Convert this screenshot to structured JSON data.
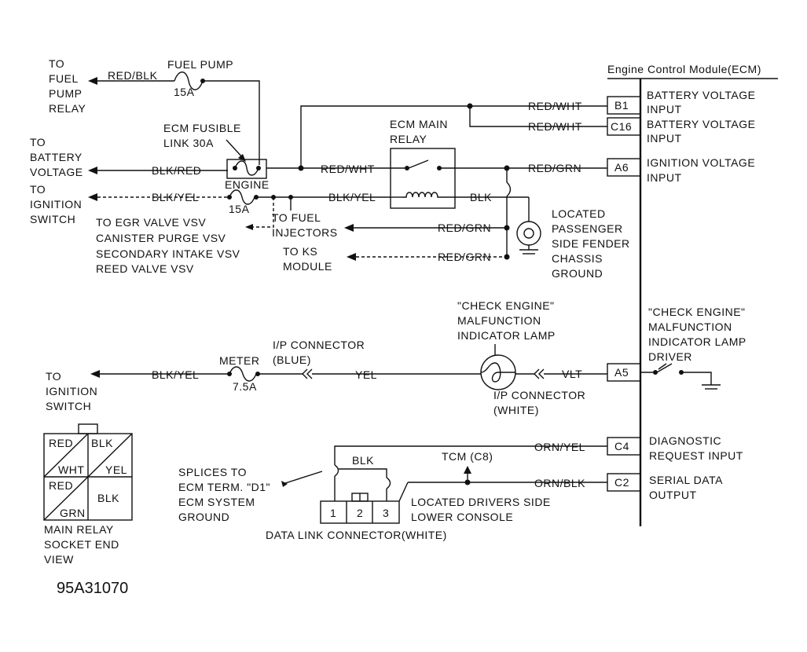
{
  "diagram_id": "95A31070",
  "ecm": {
    "title": "Engine Control Module(ECM)",
    "pins": {
      "b1": "B1",
      "c16": "C16",
      "a6": "A6",
      "a5": "A5",
      "c4": "C4",
      "c2": "C2"
    },
    "inputs": {
      "battery_1_l1": "BATTERY VOLTAGE",
      "battery_1_l2": "INPUT",
      "battery_2_l1": "BATTERY VOLTAGE",
      "battery_2_l2": "INPUT",
      "ignition_l1": "IGNITION VOLTAGE",
      "ignition_l2": "INPUT",
      "mil_driver_l1": "\"CHECK ENGINE\"",
      "mil_driver_l2": "MALFUNCTION",
      "mil_driver_l3": "INDICATOR LAMP",
      "mil_driver_l4": "DRIVER",
      "diag_l1": "DIAGNOSTIC",
      "diag_l2": "REQUEST INPUT",
      "serial_l1": "SERIAL DATA",
      "serial_l2": "OUTPUT"
    }
  },
  "wires": {
    "red_blk": "RED/BLK",
    "red_wht_b1": "RED/WHT",
    "red_wht_c16": "RED/WHT",
    "blk_red": "BLK/RED",
    "red_wht_relay": "RED/WHT",
    "red_grn_a6": "RED/GRN",
    "blk_yel_left": "BLK/YEL",
    "blk_yel_relay": "BLK/YEL",
    "blk_relay": "BLK",
    "red_grn_inj": "RED/GRN",
    "red_grn_ks": "RED/GRN",
    "blk_yel_meter": "BLK/YEL",
    "yel": "YEL",
    "vlt": "VLT",
    "orn_yel": "ORN/YEL",
    "orn_blk": "ORN/BLK",
    "blk_dlc": "BLK"
  },
  "labels": {
    "fuel_pump_relay": [
      "TO",
      "FUEL",
      "PUMP",
      "RELAY"
    ],
    "fuel_pump_fuse": "FUEL PUMP",
    "fuel_pump_amp": "15A",
    "fusible_link": [
      "ECM FUSIBLE",
      "LINK 30A"
    ],
    "battery": [
      "TO",
      "BATTERY",
      "VOLTAGE"
    ],
    "ignition_top": [
      "TO",
      "IGNITION",
      "SWITCH"
    ],
    "engine_fuse": "ENGINE",
    "engine_amp": "15A",
    "vsv": [
      "TO EGR VALVE VSV",
      "CANISTER PURGE VSV",
      "SECONDARY INTAKE VSV",
      "REED VALVE VSV"
    ],
    "fuel_injectors": [
      "TO FUEL",
      "INJECTORS"
    ],
    "ks_module": [
      "TO KS",
      "MODULE"
    ],
    "main_relay": [
      "ECM MAIN",
      "RELAY"
    ],
    "ground": [
      "LOCATED",
      "PASSENGER",
      "SIDE FENDER",
      "CHASSIS",
      "GROUND"
    ],
    "mil_lamp": [
      "\"CHECK ENGINE\"",
      "MALFUNCTION",
      "INDICATOR LAMP"
    ],
    "ip_blue": [
      "I/P CONNECTOR",
      "(BLUE)"
    ],
    "meter_fuse": "METER",
    "meter_amp": "7.5A",
    "ignition_bottom": [
      "TO",
      "IGNITION",
      "SWITCH"
    ],
    "ip_white": [
      "I/P CONNECTOR",
      "(WHITE)"
    ],
    "tcm": "TCM (C8)",
    "splices": [
      "SPLICES TO",
      "ECM TERM. \"D1\"",
      "ECM SYSTEM",
      "GROUND"
    ],
    "drivers_side": [
      "LOCATED DRIVERS SIDE",
      "LOWER CONSOLE"
    ],
    "dlc": "DATA LINK CONNECTOR(WHITE)",
    "dlc_pins": [
      "1",
      "2",
      "3"
    ]
  },
  "socket": {
    "cells": {
      "tl_top": "RED",
      "tl_bot": "WHT",
      "tr_top": "BLK",
      "tr_bot": "YEL",
      "bl_top": "RED",
      "bl_bot": "GRN",
      "br": "BLK"
    },
    "caption": [
      "MAIN RELAY",
      "SOCKET END",
      "VIEW"
    ]
  }
}
